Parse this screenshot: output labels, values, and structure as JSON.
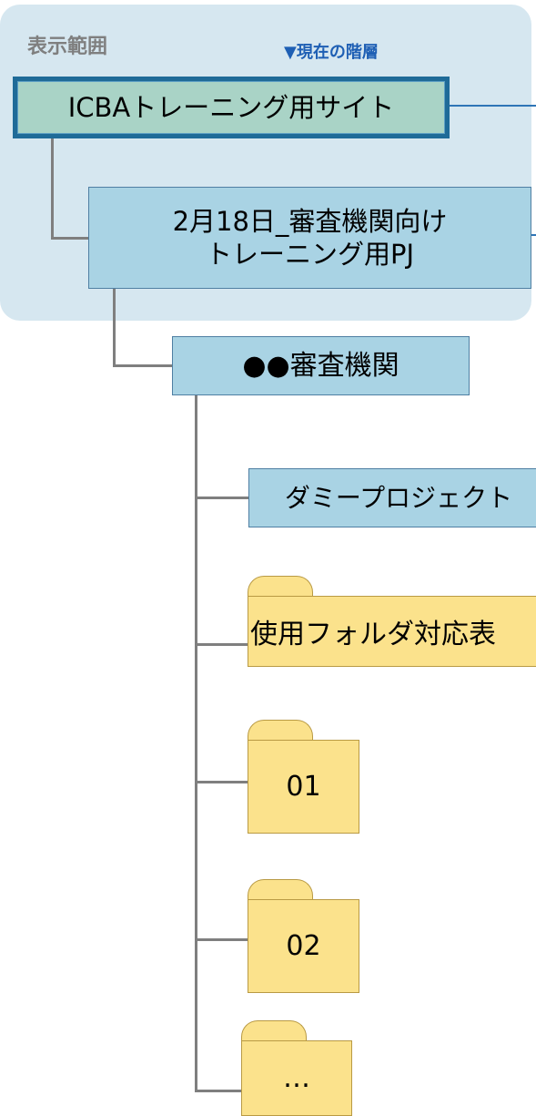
{
  "panel": {
    "range_label": "表示範囲",
    "current_level_label": "▼現在の階層"
  },
  "tree": {
    "site": "ICBAトレーニング用サイト",
    "project_line1": "2月18日_審査機関向け",
    "project_line2": "トレーニング用PJ",
    "organization": "●●審査機関",
    "dummy_project": "ダミープロジェクト",
    "folders": [
      "使用フォルダ対応表",
      "01",
      "02",
      "…"
    ]
  },
  "colors": {
    "panel_bg": "#d6e7f0",
    "site_fill": "#a9d3c6",
    "site_border": "#1f6b98",
    "node_fill": "#a9d3e4",
    "folder_fill": "#fbe28c",
    "connector": "#7f7f7f",
    "accent_text": "#1e5fb4"
  }
}
